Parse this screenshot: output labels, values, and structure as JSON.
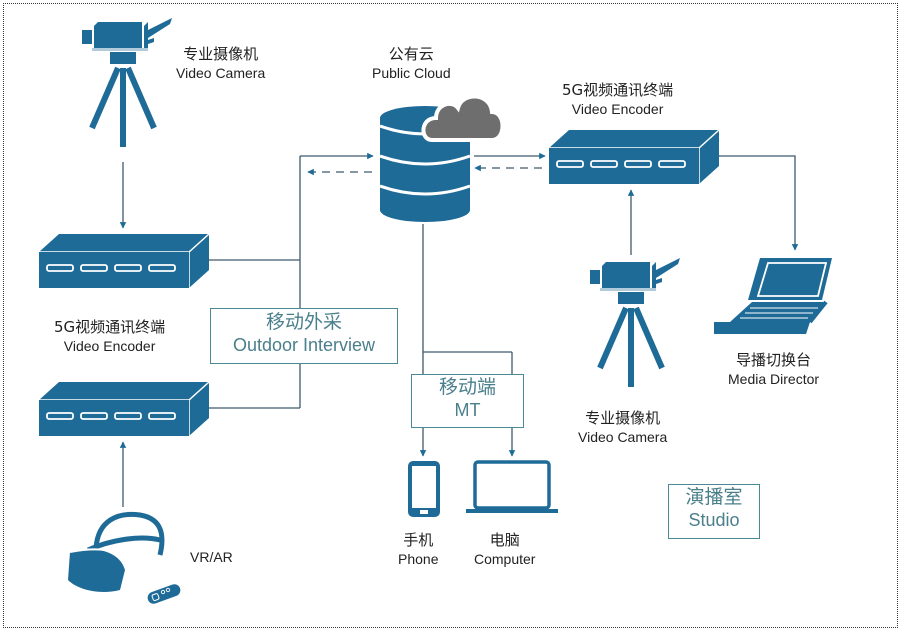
{
  "colors": {
    "device_blue": "#1f6b98",
    "line": "#3d5a6c",
    "cloud_gray": "#6e6e6e",
    "box_border": "#4a8a96",
    "box_text": "#4a7f8c"
  },
  "nodes": {
    "camera_top_left": {
      "zh": "专业摄像机",
      "en": "Video Camera",
      "icon": "video-camera-tripod-icon"
    },
    "encoder_left_top": {
      "zh": "5G视频通讯终端",
      "en": "Video Encoder",
      "icon": "encoder-device-icon"
    },
    "encoder_left_bottom": {
      "icon": "encoder-device-icon"
    },
    "vr_ar": {
      "en": "VR/AR",
      "icon": "vr-headset-icon"
    },
    "public_cloud": {
      "zh": "公有云",
      "en": "Public Cloud",
      "icon": "database-cloud-icon"
    },
    "encoder_right": {
      "zh": "5G视频通讯终端",
      "en": "Video Encoder",
      "icon": "encoder-device-icon"
    },
    "camera_studio": {
      "zh": "专业摄像机",
      "en": "Video Camera",
      "icon": "video-camera-tripod-icon"
    },
    "media_director": {
      "zh": "导播切换台",
      "en": "Media Director",
      "icon": "laptop-icon"
    },
    "phone": {
      "zh": "手机",
      "en": "Phone",
      "icon": "smartphone-icon"
    },
    "computer": {
      "zh": "电脑",
      "en": "Computer",
      "icon": "computer-icon"
    }
  },
  "groups": {
    "outdoor": {
      "zh": "移动外采",
      "en": "Outdoor Interview"
    },
    "mt": {
      "zh": "移动端",
      "en": "MT"
    },
    "studio": {
      "zh": "演播室",
      "en": "Studio"
    }
  },
  "edges": [
    {
      "from": "camera_top_left",
      "to": "encoder_left_top",
      "style": "solid"
    },
    {
      "from": "vr_ar",
      "to": "encoder_left_bottom",
      "style": "solid"
    },
    {
      "from": "outdoor",
      "to": "public_cloud",
      "style": "solid"
    },
    {
      "from": "public_cloud",
      "to": "outdoor",
      "style": "dashed"
    },
    {
      "from": "public_cloud",
      "to": "encoder_right",
      "style": "solid"
    },
    {
      "from": "encoder_right",
      "to": "public_cloud",
      "style": "dashed"
    },
    {
      "from": "camera_studio",
      "to": "encoder_right",
      "style": "solid"
    },
    {
      "from": "encoder_right",
      "to": "media_director",
      "style": "solid"
    },
    {
      "from": "public_cloud",
      "to": "mt",
      "style": "solid"
    },
    {
      "from": "mt",
      "to": "phone",
      "style": "solid"
    },
    {
      "from": "mt",
      "to": "computer",
      "style": "solid"
    }
  ]
}
